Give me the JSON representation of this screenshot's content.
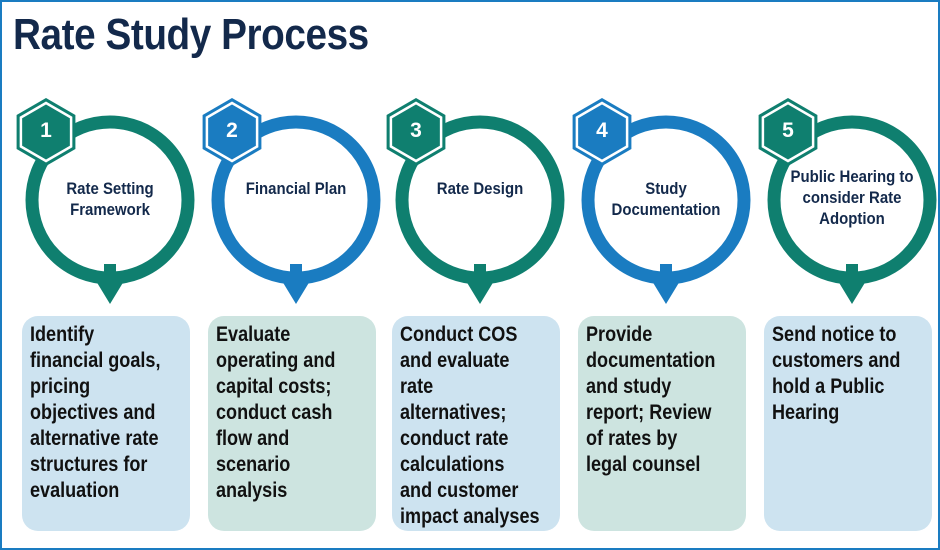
{
  "title": "Rate Study Process",
  "colors": {
    "teal": "#0f7f6f",
    "blue": "#1a7cc1",
    "box_blue": "#cde3f0",
    "box_green": "#cde4e0",
    "title": "#13294b"
  },
  "steps": [
    {
      "number": "1",
      "label": "Rate Setting\nFramework",
      "description": "Identify\nfinancial goals,\npricing\nobjectives and\nalternative rate\nstructures for\nevaluation",
      "ring": "teal",
      "box": "box_blue"
    },
    {
      "number": "2",
      "label": "Financial Plan",
      "description": "Evaluate\noperating and\ncapital costs;\nconduct cash\nflow and\nscenario\nanalysis",
      "ring": "blue",
      "box": "box_green"
    },
    {
      "number": "3",
      "label": "Rate Design",
      "description": "Conduct COS\nand evaluate\nrate\nalternatives;\nconduct rate\ncalculations\nand customer\nimpact analyses",
      "ring": "teal",
      "box": "box_blue"
    },
    {
      "number": "4",
      "label": "Study\nDocumentation",
      "description": "Provide\ndocumentation\nand study\nreport; Review\nof rates by\nlegal counsel",
      "ring": "blue",
      "box": "box_green"
    },
    {
      "number": "5",
      "label": "Public Hearing to\nconsider Rate\nAdoption",
      "description": "Send notice to\ncustomers and\nhold a Public\nHearing",
      "ring": "teal",
      "box": "box_blue"
    }
  ]
}
